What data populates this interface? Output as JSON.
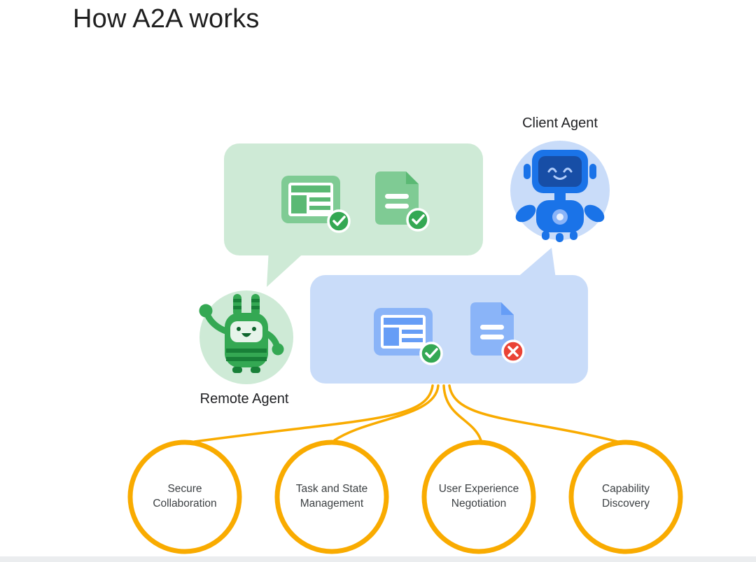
{
  "title": "How A2A works",
  "agents": {
    "client": {
      "label": "Client Agent"
    },
    "remote": {
      "label": "Remote Agent"
    }
  },
  "bubbles": {
    "remote_agent_bubble": {
      "icons": [
        "spreadsheet-approved-icon",
        "document-approved-icon"
      ]
    },
    "client_agent_bubble": {
      "icons": [
        "spreadsheet-approved-icon",
        "document-rejected-icon"
      ]
    }
  },
  "capabilities": [
    {
      "name": "Secure Collaboration",
      "line1": "Secure",
      "line2": "Collaboration"
    },
    {
      "name": "Task and State Management",
      "line1": "Task and State",
      "line2": "Management"
    },
    {
      "name": "User Experience Negotiation",
      "line1": "User Experience",
      "line2": "Negotiation"
    },
    {
      "name": "Capability Discovery",
      "line1": "Capability",
      "line2": "Discovery"
    }
  ],
  "colors": {
    "green_bubble": "#CEEAD6",
    "green_icon": "#7FCB94",
    "green_icon_detail": "#5BB974",
    "green_check": "#34A853",
    "blue_bubble": "#C9DCF9",
    "blue_icon": "#8AB4F8",
    "blue_icon_detail": "#669DF6",
    "blue_robot": "#1A73E8",
    "red_cross": "#EA4335",
    "connector_yellow": "#F9AB00",
    "text_dark": "#202124"
  }
}
